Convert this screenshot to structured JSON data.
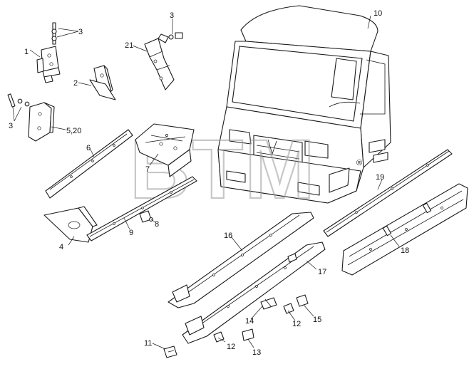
{
  "watermark": {
    "text": "BTM",
    "mark": "®"
  },
  "callouts": {
    "c1": "1",
    "c2": "2",
    "c3a": "3",
    "c3b": "3",
    "c3c": "3",
    "c4": "4",
    "c5_20": "5,20",
    "c6": "6",
    "c7": "7",
    "c8": "8",
    "c9": "9",
    "c10": "10",
    "c11": "11",
    "c12a": "12",
    "c12b": "12",
    "c13": "13",
    "c14": "14",
    "c15": "15",
    "c16": "16",
    "c17": "17",
    "c18": "18",
    "c19": "19",
    "c21": "21"
  }
}
